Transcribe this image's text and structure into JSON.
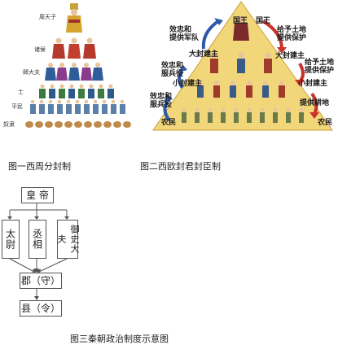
{
  "figure1": {
    "caption": "图一西周分封制",
    "ranks": [
      "周天子",
      "诸侯",
      "卿大夫",
      "士",
      "平民",
      "奴隶"
    ]
  },
  "figure2": {
    "caption": "图二西欧封君封臣制",
    "labels": {
      "king_left": "国王",
      "king_right": "国王",
      "loyal_military": "效忠和\n提供军队",
      "grant_protect_top": "给予土地\n提供保护",
      "great_lord_left": "大封建主",
      "great_lord_right": "大封建主",
      "loyal_service_mid": "效忠和\n服兵役",
      "grant_protect_mid": "给予土地\n提供保护",
      "small_lord_left": "小封建主",
      "small_lord_right": "小封建主",
      "loyal_service_low": "效忠和\n服兵役",
      "farmland": "提供耕地",
      "peasant_left": "农民",
      "peasant_right": "农民"
    },
    "colors": {
      "pyramid": "#f2d77a",
      "arrow_up": "#2f5aa8",
      "arrow_down": "#c8322a"
    }
  },
  "figure3": {
    "caption": "图三秦朝政治制度示意图",
    "emperor": "皇 帝",
    "taiwei": "太尉",
    "chengxiang": "丞相",
    "yushi": "御史大夫",
    "jun": "郡（守）",
    "xian": "县（令）"
  }
}
